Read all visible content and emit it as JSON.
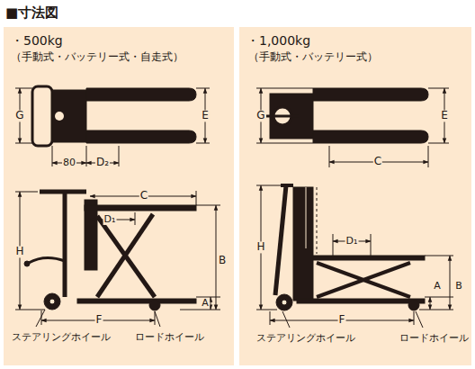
{
  "diagram": {
    "title": "■寸法図",
    "labels": [
      "・500kg",
      "（手動式・バッテリー式・自走式）",
      "G",
      "E",
      "80",
      "D₂",
      "C",
      "D₁",
      "H",
      "B",
      "A",
      "F",
      "ステアリングホイール",
      "ロードホイール",
      "・1,000kg",
      "（手動式・バッテリー式）",
      "G",
      "E",
      "C",
      "D₁",
      "H",
      "A",
      "B",
      "F",
      "ステアリングホイール",
      "ロードホイール"
    ]
  }
}
